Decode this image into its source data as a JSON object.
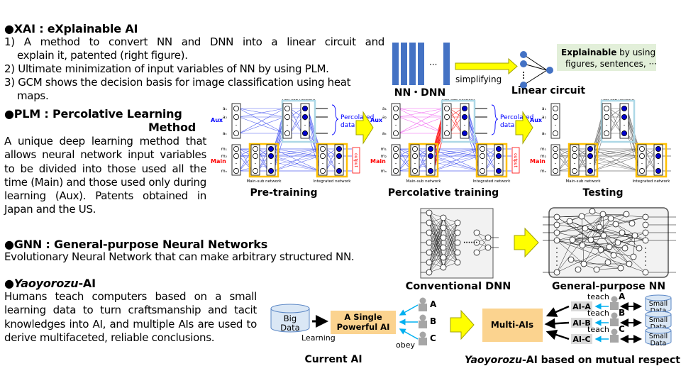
{
  "xai": {
    "heading": "●XAI : eXplainable AI",
    "items": [
      "1)  A method to convert NN and DNN into a linear circuit and",
      "explain it, patented (right figure).",
      "2) Ultimate minimization of input variables of NN by using PLM.",
      "3) GCM shows the decision basis for image classification using heat",
      "maps."
    ],
    "figure": {
      "left_caption": "NN・DNN",
      "ellipsis": "···",
      "arrow_label": "simplifying",
      "right_caption": "Linear circuit",
      "explain_bold": "Explainable",
      "explain_rest": " by using",
      "explain_line2": "figures, sentences, ···",
      "colors": {
        "bar": "#4472c4",
        "arrow": "#ffff00",
        "node": "#4472c4",
        "explain_bg": "#e2efd9"
      }
    }
  },
  "plm": {
    "heading_line1": "●PLM : Percolative Learning",
    "heading_line2": "Method",
    "body": "A unique deep learning method that allows neural network input variables to be divided into those used all the time (Main) and those used only during learning (Aux). Patents obtained in Japan and the US.",
    "panels": [
      {
        "caption": "Pre-training",
        "mode": "pre"
      },
      {
        "caption": "Percolative training",
        "mode": "perc"
      },
      {
        "caption": "Testing",
        "mode": "test"
      }
    ],
    "labels": {
      "aux": "Aux",
      "main": "Main",
      "aux_sub": "Aux-sub network",
      "main_sub": "Main-sub network",
      "integrated": "Integrated network",
      "output": "output",
      "percolated": "Percolated",
      "data": "data",
      "a_inputs": [
        "a₁",
        "a₂",
        "aₖ"
      ],
      "m_inputs": [
        "m₁",
        "m₂",
        "mₙ"
      ]
    },
    "colors": {
      "aux": "#0000ff",
      "main": "#ff0000",
      "frame_orange": "#ffc000",
      "frame_blue": "#add8e6",
      "node_fill": "#0000cc",
      "link_blue": "#3344ee",
      "link_red": "#ff0000",
      "link_pink": "#ee44ee",
      "link_gray": "#555555"
    }
  },
  "gnn": {
    "heading": "●GNN : General-purpose Neural Networks",
    "body": "Evolutionary Neural Network that can make arbitrary structured NN.",
    "left_caption": "Conventional DNN",
    "right_caption": "General-purpose NN",
    "dots": "······"
  },
  "yao": {
    "heading_bullet": "●",
    "heading_italic": "Yaoyorozu",
    "heading_rest": "-AI",
    "body": "Humans teach computers based on a small learning data to turn craftsmanship and tacit knowledges into AI, and multiple AIs are used to derive multifaceted, reliable conclusions.",
    "current": {
      "big_data_line1": "Big",
      "big_data_line2": "Data",
      "learning": "Learning",
      "ai_line1": "A Single",
      "ai_line2": "Powerful AI",
      "obey": "obey",
      "people": [
        "A",
        "B",
        "C"
      ],
      "caption": "Current AI"
    },
    "future": {
      "multi": "Multi-AIs",
      "ais": [
        "AI-A",
        "AI-B",
        "AI-C"
      ],
      "teach": "teach",
      "people": [
        "A",
        "B",
        "C"
      ],
      "small_line1": "Small",
      "small_line2": "Data",
      "caption_italic": "Yaoyorozu",
      "caption_rest": "-AI based on mutual respect"
    },
    "colors": {
      "ai_box": "#fbd38f",
      "cylinder": "#dae7f5",
      "cyl_border": "#5b87c5",
      "person": "#a6a6a6",
      "teach_arrow": "#00b0f0",
      "ai_tag": "#d9d9d9"
    }
  }
}
